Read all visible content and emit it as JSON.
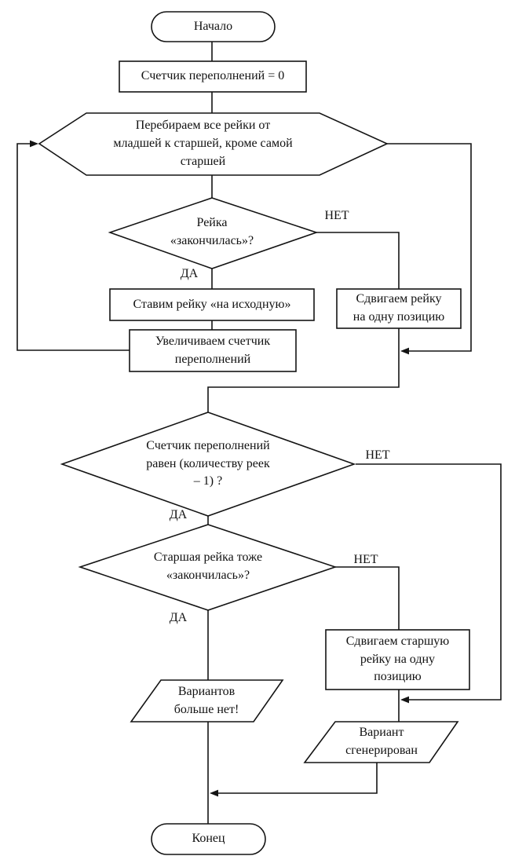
{
  "figure": {
    "type": "flowchart",
    "language": "ru",
    "colors": {
      "background": "#ffffff",
      "stroke": "#141414",
      "fill": "#ffffff",
      "text": "#111111"
    },
    "nodes": {
      "start": {
        "shape": "terminator",
        "label": "Начало"
      },
      "init": {
        "shape": "process",
        "label": "Счетчик переполнений = 0"
      },
      "loop": {
        "shape": "preparation",
        "label": "Перебираем все рейки от\nмладшей к старшей, кроме самой\nстаршей"
      },
      "check_rail": {
        "shape": "decision",
        "label": "Рейка\n«закончилась»?"
      },
      "reset_rail": {
        "shape": "process",
        "label": "Ставим рейку «на исходную»"
      },
      "inc_counter": {
        "shape": "process",
        "label": "Увеличиваем счетчик\nпереполнений"
      },
      "shift_rail": {
        "shape": "process",
        "label": "Сдвигаем рейку\nна одну позицию"
      },
      "check_counter": {
        "shape": "decision",
        "label": "Счетчик переполнений\nравен (количеству реек\n– 1) ?"
      },
      "check_senior": {
        "shape": "decision",
        "label": "Старшая рейка тоже\n«закончилась»?"
      },
      "shift_senior": {
        "shape": "process",
        "label": "Сдвигаем старшую\nрейку на одну\nпозицию"
      },
      "no_more": {
        "shape": "data",
        "label": "Вариантов\nбольше нет!"
      },
      "generated": {
        "shape": "data",
        "label": "Вариант\nсгенерирован"
      },
      "end": {
        "shape": "terminator",
        "label": "Конец"
      }
    },
    "edge_labels": {
      "rail_yes": "ДА",
      "rail_no": "НЕТ",
      "counter_yes": "ДА",
      "counter_no": "НЕТ",
      "senior_yes": "ДА",
      "senior_no": "НЕТ"
    }
  }
}
